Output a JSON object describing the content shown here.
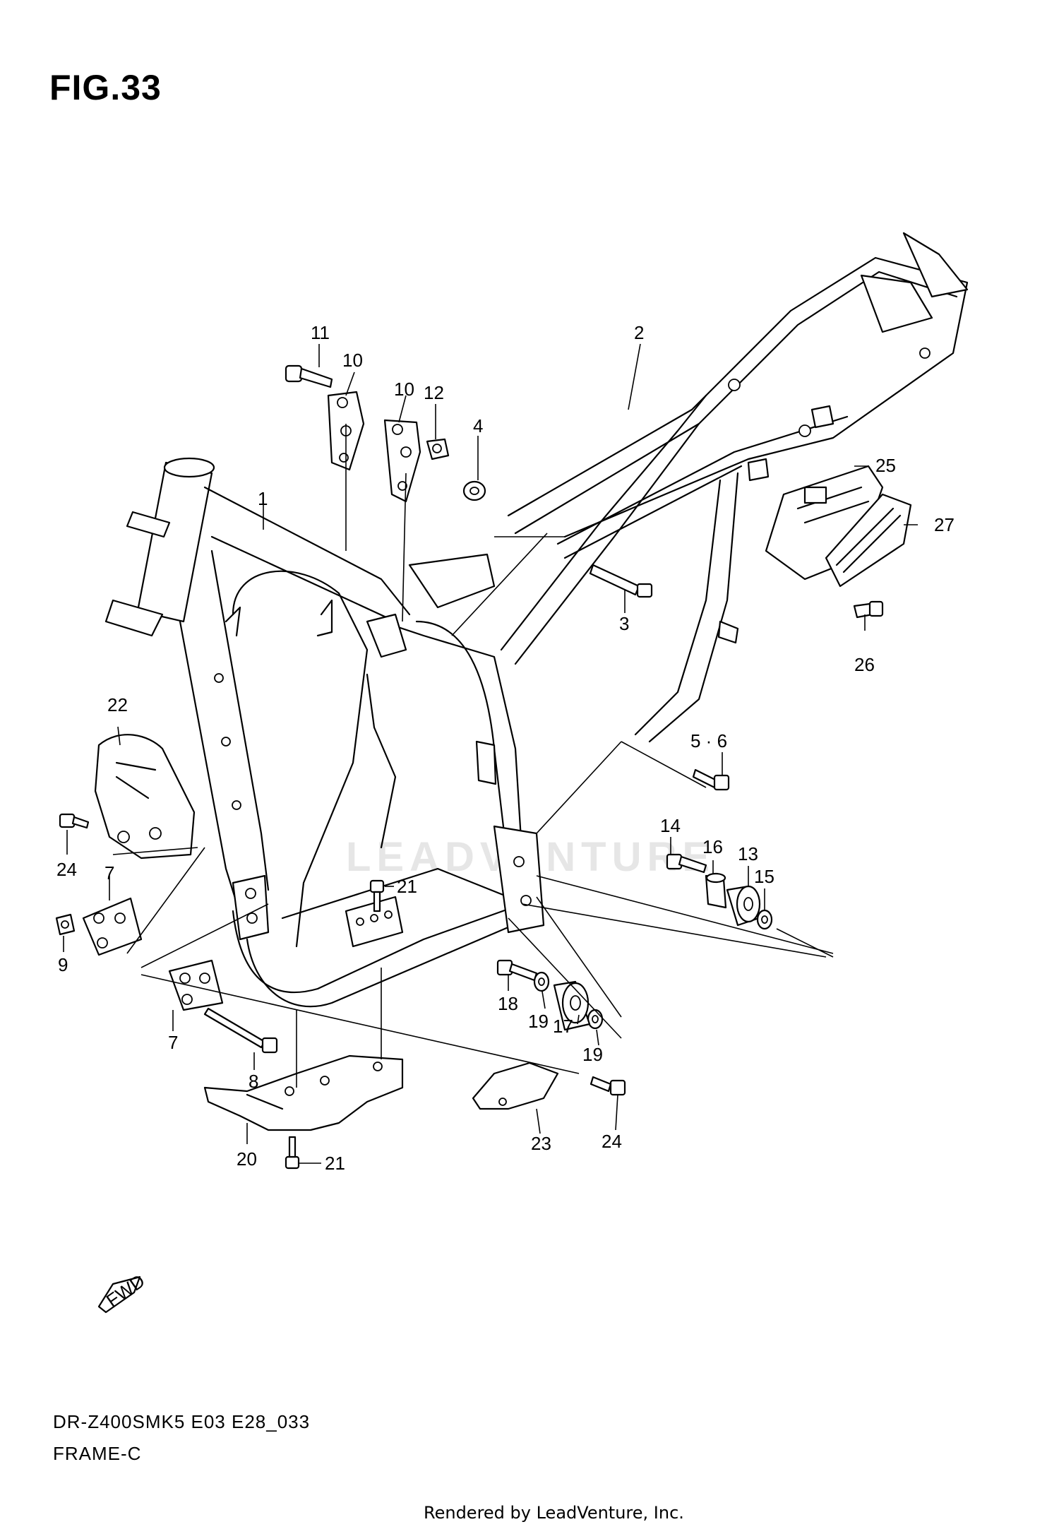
{
  "figure": {
    "title": "FIG.33",
    "model_code": "DR-Z400SMK5 E03 E28_033",
    "frame_name": "FRAME-C",
    "credit": "Rendered by LeadVenture, Inc.",
    "watermark": "LEADVENTURE",
    "fwd_arrow_text": "FWD"
  },
  "callouts": [
    {
      "id": "c1",
      "text": "1"
    },
    {
      "id": "c2",
      "text": "2"
    },
    {
      "id": "c3",
      "text": "3"
    },
    {
      "id": "c4",
      "text": "4"
    },
    {
      "id": "c56",
      "text": "5 · 6"
    },
    {
      "id": "c7a",
      "text": "7"
    },
    {
      "id": "c7b",
      "text": "7"
    },
    {
      "id": "c8",
      "text": "8"
    },
    {
      "id": "c9",
      "text": "9"
    },
    {
      "id": "c10a",
      "text": "10"
    },
    {
      "id": "c10b",
      "text": "10"
    },
    {
      "id": "c11",
      "text": "11"
    },
    {
      "id": "c12",
      "text": "12"
    },
    {
      "id": "c13",
      "text": "13"
    },
    {
      "id": "c14",
      "text": "14"
    },
    {
      "id": "c15",
      "text": "15"
    },
    {
      "id": "c16",
      "text": "16"
    },
    {
      "id": "c17",
      "text": "17"
    },
    {
      "id": "c18",
      "text": "18"
    },
    {
      "id": "c19a",
      "text": "19"
    },
    {
      "id": "c19b",
      "text": "19"
    },
    {
      "id": "c20",
      "text": "20"
    },
    {
      "id": "c21a",
      "text": "21"
    },
    {
      "id": "c21b",
      "text": "21"
    },
    {
      "id": "c22",
      "text": "22"
    },
    {
      "id": "c23",
      "text": "23"
    },
    {
      "id": "c24a",
      "text": "24"
    },
    {
      "id": "c24b",
      "text": "24"
    },
    {
      "id": "c25",
      "text": "25"
    },
    {
      "id": "c26",
      "text": "26"
    },
    {
      "id": "c27",
      "text": "27"
    }
  ]
}
